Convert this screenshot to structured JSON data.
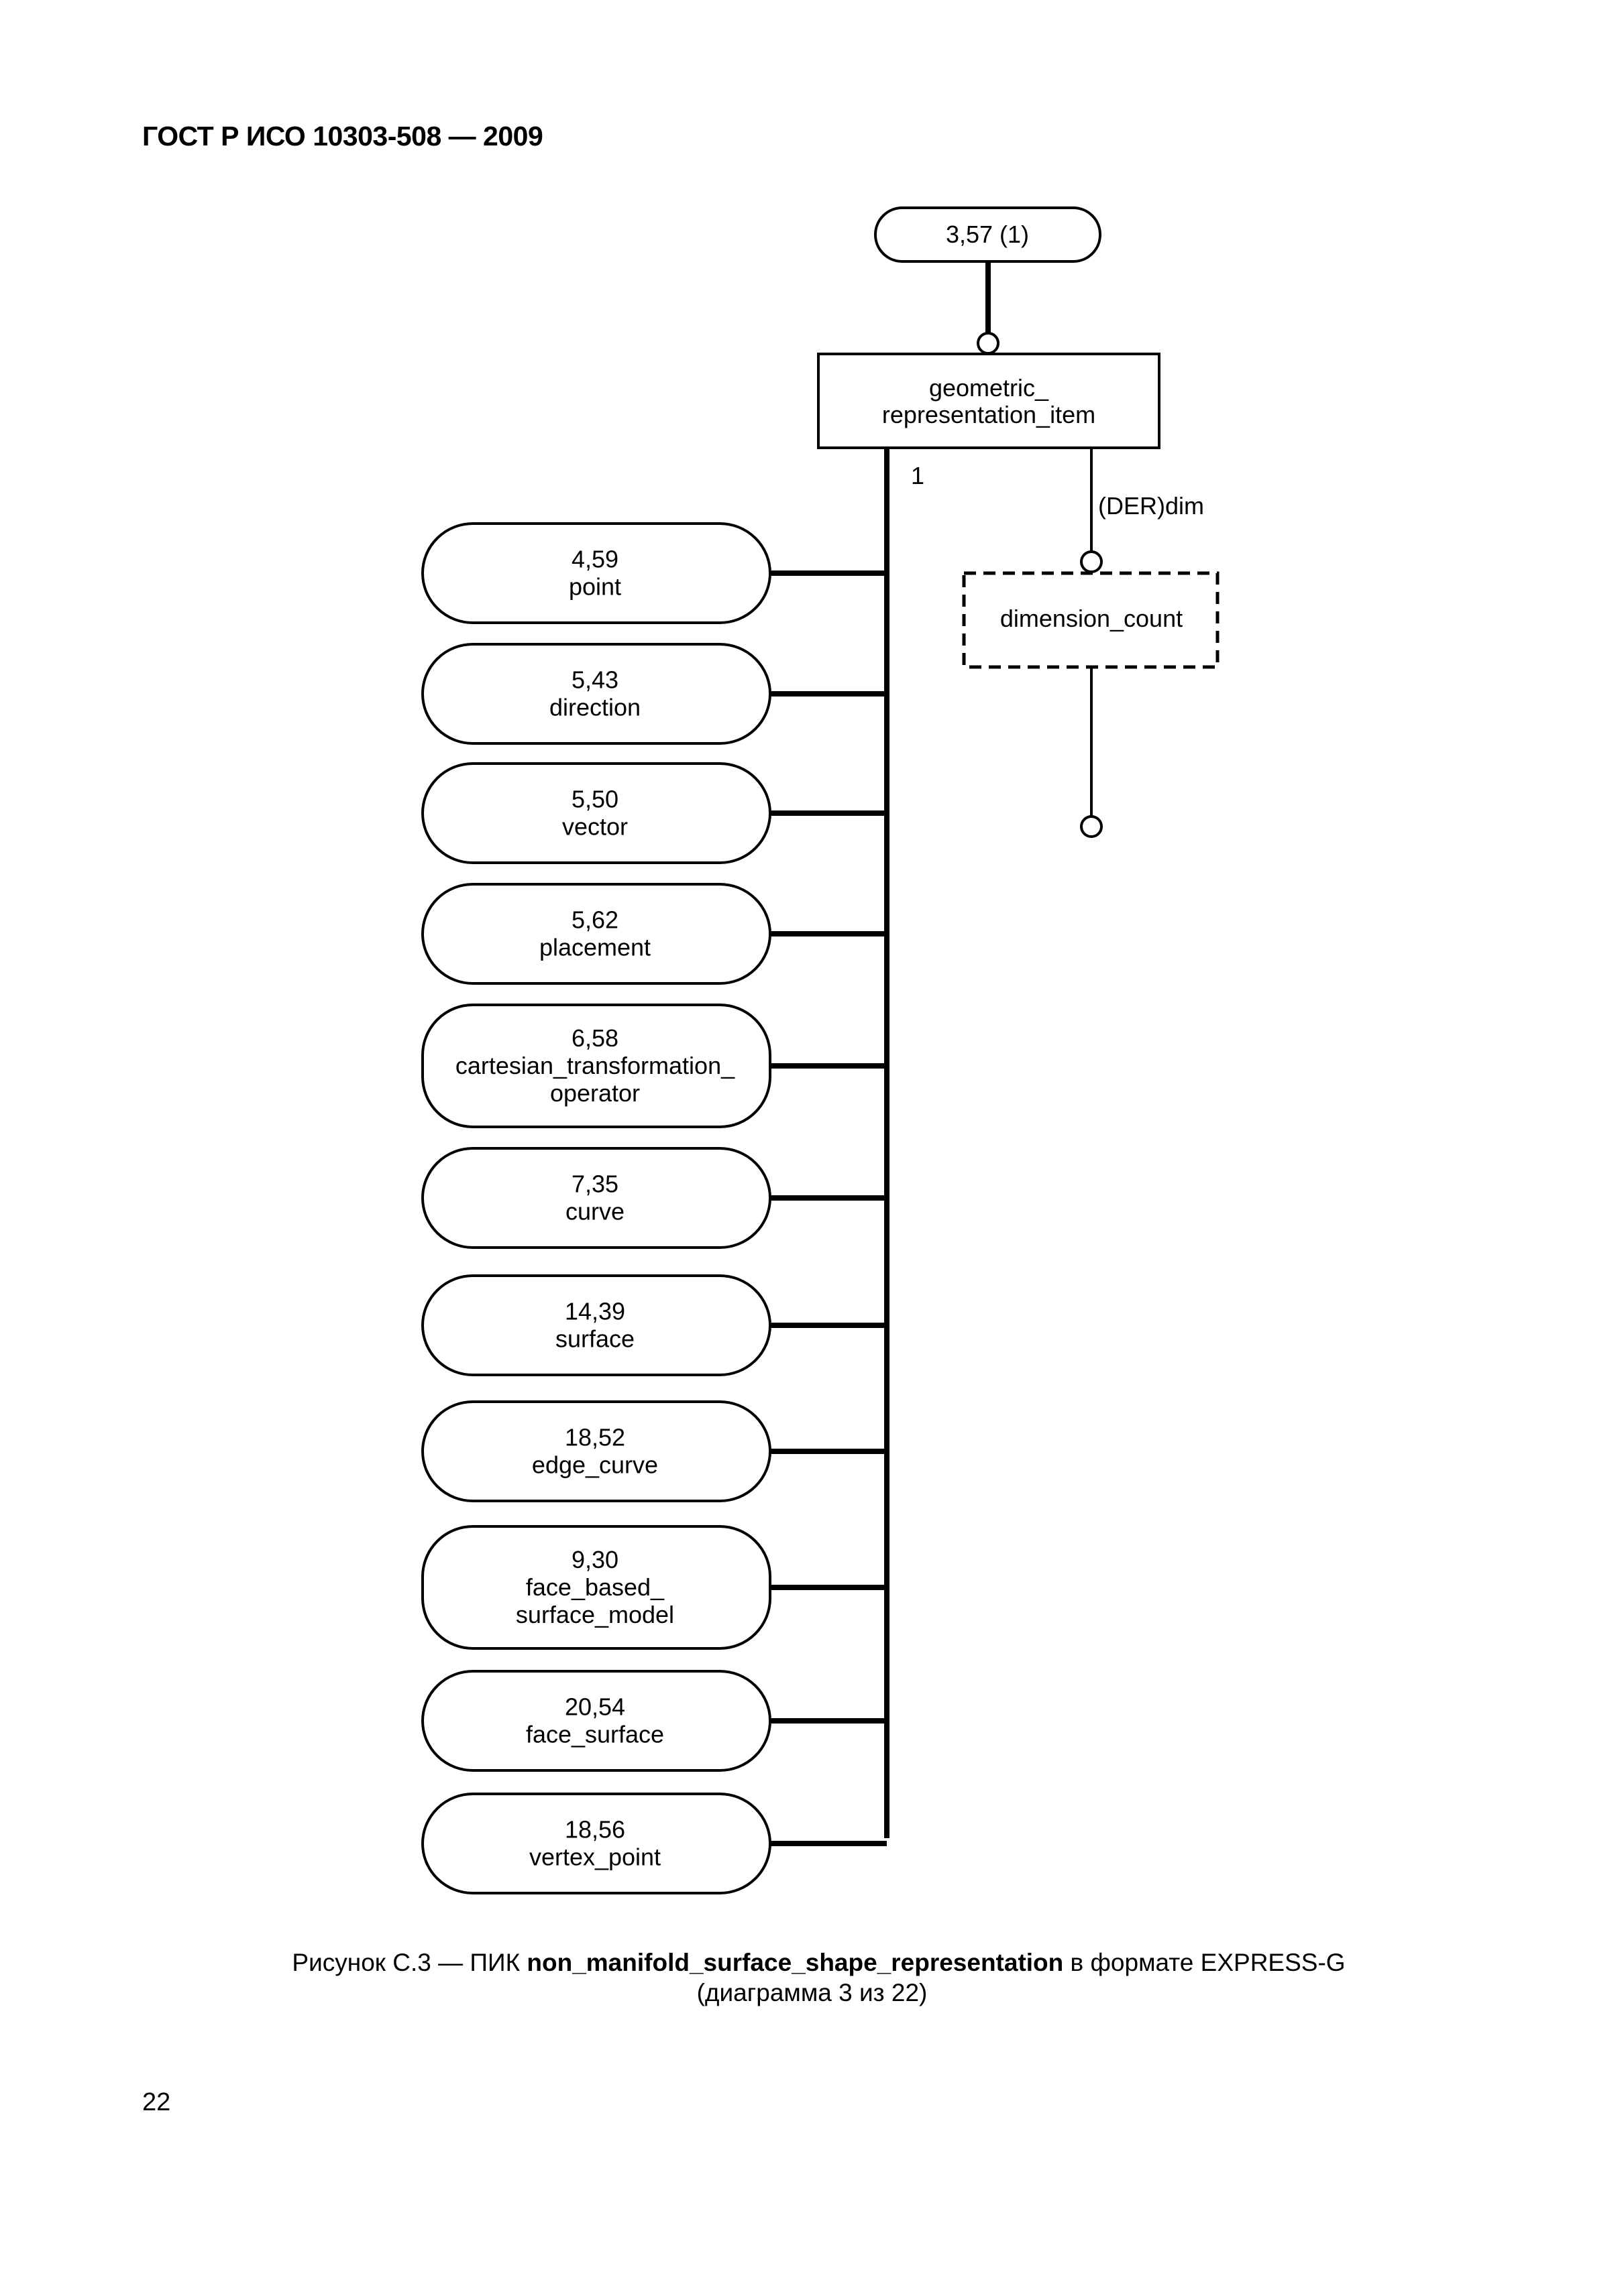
{
  "header": {
    "standard": "ГОСТ Р ИСО 10303-508 — 2009"
  },
  "diagram": {
    "page_ref": "3,57 (1)",
    "entity": {
      "line1": "geometric_",
      "line2": "representation_item"
    },
    "subtype_cardinality": "1",
    "derived_attribute": "(DER)dim",
    "defined_type": "dimension_count",
    "subtypes": [
      {
        "ref": "4,59",
        "lines": [
          "point"
        ]
      },
      {
        "ref": "5,43",
        "lines": [
          "direction"
        ]
      },
      {
        "ref": "5,50",
        "lines": [
          "vector"
        ]
      },
      {
        "ref": "5,62",
        "lines": [
          "placement"
        ]
      },
      {
        "ref": "6,58",
        "lines": [
          "cartesian_transformation_",
          "operator"
        ]
      },
      {
        "ref": "7,35",
        "lines": [
          "curve"
        ]
      },
      {
        "ref": "14,39",
        "lines": [
          "surface"
        ]
      },
      {
        "ref": "18,52",
        "lines": [
          "edge_curve"
        ]
      },
      {
        "ref": "9,30",
        "lines": [
          "face_based_",
          "surface_model"
        ]
      },
      {
        "ref": "20,54",
        "lines": [
          "face_surface"
        ]
      },
      {
        "ref": "18,56",
        "lines": [
          "vertex_point"
        ]
      }
    ]
  },
  "caption": {
    "prefix": "Рисунок C.3 — ПИК ",
    "name": "non_manifold_surface_shape_representation",
    "suffix": " в формате EXPRESS-G",
    "line2": "(диаграмма 3 из 22)"
  },
  "page_number": "22"
}
